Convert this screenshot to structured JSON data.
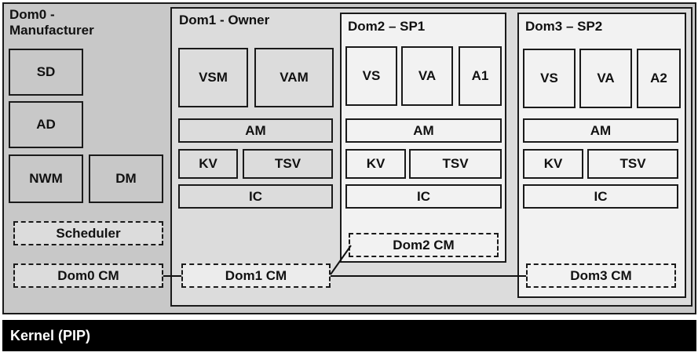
{
  "dom0": {
    "title": "Dom0 -\nManufacturer",
    "modules": [
      "SD",
      "AD",
      "NWM",
      "DM"
    ],
    "scheduler": "Scheduler",
    "cm": "Dom0 CM"
  },
  "dom1": {
    "title": "Dom1 - Owner",
    "top": [
      "VSM",
      "VAM"
    ],
    "am": "AM",
    "kv": "KV",
    "tsv": "TSV",
    "ic": "IC",
    "cm": "Dom1 CM"
  },
  "dom2": {
    "title": "Dom2 – SP1",
    "top": [
      "VS",
      "VA",
      "A1"
    ],
    "am": "AM",
    "kv": "KV",
    "tsv": "TSV",
    "ic": "IC",
    "cm": "Dom2 CM"
  },
  "dom3": {
    "title": "Dom3 – SP2",
    "top": [
      "VS",
      "VA",
      "A2"
    ],
    "am": "AM",
    "kv": "KV",
    "tsv": "TSV",
    "ic": "IC",
    "cm": "Dom3 CM"
  },
  "kernel": {
    "label": "Kernel (PIP)"
  }
}
